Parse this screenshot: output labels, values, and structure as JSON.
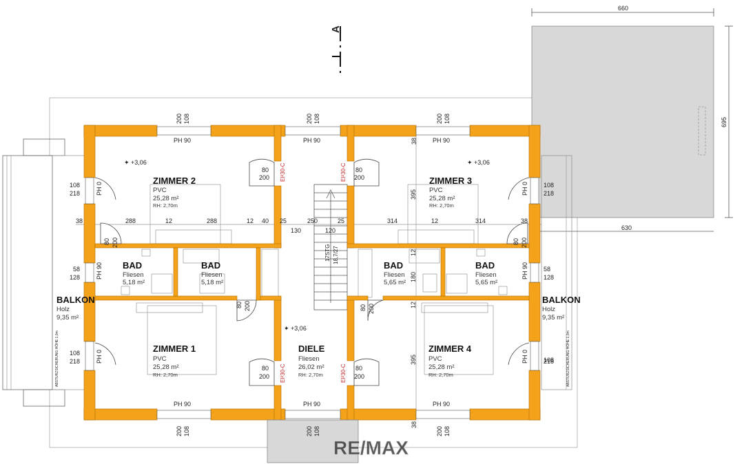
{
  "section_label": "A",
  "outer_dims": {
    "top": "660",
    "right": "695",
    "right_lower": "630"
  },
  "rooms": {
    "zimmer2": {
      "name": "ZIMMER 2",
      "floor": "PVC",
      "area": "25,28 m²",
      "height": "RH: 2,70m",
      "level": "+3,06"
    },
    "zimmer3": {
      "name": "ZIMMER 3",
      "floor": "PVC",
      "area": "25,28 m²",
      "height": "RH: 2,70m",
      "level": "+3,06"
    },
    "zimmer1": {
      "name": "ZIMMER 1",
      "floor": "PVC",
      "area": "25,28 m²",
      "height": "RH: 2,70m"
    },
    "zimmer4": {
      "name": "ZIMMER 4",
      "floor": "PVC",
      "area": "25,28 m²",
      "height": "RH: 2,70m"
    },
    "diele": {
      "name": "DIELE",
      "floor": "Fliesen",
      "area": "26,02 m²",
      "height": "RH: 2,70m",
      "level": "+3,06"
    },
    "bad1": {
      "name": "BAD",
      "floor": "Fliesen",
      "area": "5,18 m²"
    },
    "bad2": {
      "name": "BAD",
      "floor": "Fliesen",
      "area": "5,18 m²"
    },
    "bad3": {
      "name": "BAD",
      "floor": "Fliesen",
      "area": "5,65 m²"
    },
    "bad4": {
      "name": "BAD",
      "floor": "Fliesen",
      "area": "5,65 m²"
    },
    "balkon_l": {
      "name": "BALKON",
      "floor": "Holz",
      "area": "9,35 m²"
    },
    "balkon_r": {
      "name": "BALKON",
      "floor": "Holz",
      "area": "9,35 m²"
    }
  },
  "labels": {
    "window_w": "200",
    "window_h": "108",
    "ph90": "PH 90",
    "ph0": "PH 0",
    "door_w": "80",
    "door_h": "200",
    "ei30": "EI²30-C",
    "w108": "108",
    "w218": "218",
    "w58": "58",
    "w128": "128",
    "d38": "38",
    "d288": "288",
    "d12": "12",
    "d40": "40",
    "d25": "25",
    "d250": "250",
    "d130": "130",
    "d120": "120",
    "d314": "314",
    "d395": "395",
    "d180": "180",
    "stair": "17STG",
    "stair_ratio": "18,7/27",
    "rail_note": "ABSTURZSICHERUNG HÖHE 1,0m"
  },
  "watermark": "RE/MAX"
}
